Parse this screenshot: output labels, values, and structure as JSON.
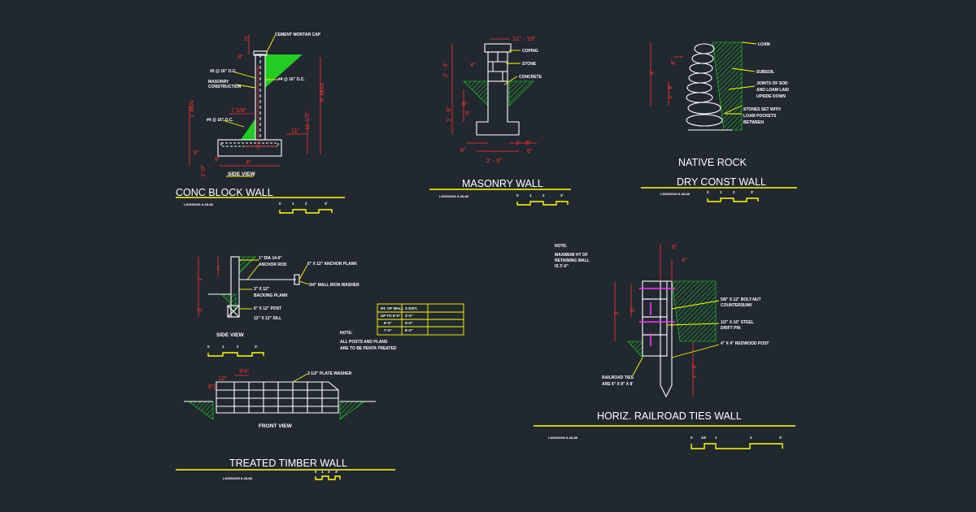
{
  "walls": {
    "conc_block": {
      "title": "CONC BLOCK WALL",
      "ref": "LD0002001   8-28-88",
      "view": "SIDE VIEW",
      "labels": {
        "cap": "CEMENT MORTAR CAP",
        "rebar_top": "#5 @ 16\" O.C.",
        "masonry": "MASONRY",
        "construction": "CONSTRUCTION",
        "rebar_mid": "#4 @ 16\" O.C.",
        "rebar_low": "#4 @ 16\" O.C."
      },
      "dims": {
        "d1": "2\"",
        "d2": "7 5/8\"",
        "d3": "8\"",
        "d4": "11\"",
        "d5": "11 1/2\"",
        "d6": "6' MAX",
        "d7": "1' MIN",
        "d8": "6\"",
        "d9": "4\"",
        "d10": "8\"",
        "d11": "1'-0\""
      }
    },
    "masonry": {
      "title": "MASONRY WALL",
      "ref": "LD0002002   8-28-88",
      "labels": {
        "coping": "COPING",
        "stone": "STONE",
        "concrete": "CONCRETE"
      },
      "dims": {
        "top": "12\" - 16\"",
        "d1": "2' - 3\"",
        "d2": "4\"",
        "d3": "6\"",
        "d4": "1' - 6\"",
        "d5": "6\"",
        "d6": "6\"",
        "d7": "1' - 5\"",
        "d8": "6\"",
        "d9": "2' - 5\""
      }
    },
    "dry_const": {
      "title1": "NATIVE ROCK",
      "title2": "DRY CONST WALL",
      "ref": "LD0002003   8-28-88",
      "labels": {
        "loam": "LOAM",
        "subsoil": "SUBSOIL",
        "joints1": "JOINTS OF SOD",
        "joints2": "AND LOAM LAID",
        "joints3": "UPSIDE DOWN",
        "stones1": "STONES SET WITH",
        "stones2": "LOAM POCKETS",
        "stones3": "BETWEEN"
      },
      "dims": {
        "d1": "4'",
        "d2": "1' - 6\"",
        "d3": "4\""
      }
    },
    "timber": {
      "title": "TREATED TIMBER WALL",
      "ref": "LD0002005   8-28-88",
      "side_view": "SIDE VIEW",
      "front_view": "FRONT VIEW",
      "labels": {
        "l1": "1\" DIA 14-0\"",
        "l2": "ANCHOR ROD",
        "l3": "6\" X 12\" ANCHOR PLANK",
        "l4": "3/4\" MALL IRON WASHER",
        "l5": "3\" X 12\"",
        "l6": "BACKING PLANK",
        "l7": "6\" X 12\" POST",
        "l8": "12\" X 12\" SILL",
        "plate": "3 1/2\" PLATE WASHER",
        "note": "NOTE:",
        "note1": "ALL POSTS AND PLANS",
        "note2": "ARE TO BE PENTA TREATED"
      },
      "dims": {
        "s1": "1'",
        "s2": "1'",
        "s3": "3'",
        "f1": "3'4\"",
        "f2": "12\"",
        "f3": "6\""
      },
      "table": {
        "headers": [
          "HT. OF WALL",
          "X DIST."
        ],
        "rows": [
          [
            "UP TO 5'-0\"",
            "3'-0\""
          ],
          [
            "6'-0\"",
            "5'-0\""
          ],
          [
            "7'-0\"",
            "6'-0\""
          ]
        ]
      }
    },
    "railroad": {
      "title": "HORIZ. RAILROAD TIES WALL",
      "ref": "LD0002006   8-28-88",
      "note": "NOTE:",
      "note1": "MAXIMUM HT OF",
      "note2": "RETAINING WALL",
      "note3": "IS 3'-0\"",
      "labels": {
        "bolt1": "5/8\" X 12\" BOLT-NUT",
        "bolt2": "COUNTERSUNK",
        "pin1": "1/2\" X 16\" STEEL",
        "pin2": "DRIFT PIN",
        "post": "4\" X 4\" REDWOOD POST",
        "ties1": "RAILROAD TIES",
        "ties2": "ARE 6\" X 8\" X 8'"
      },
      "dims": {
        "d1": "8\"",
        "d2": "4\"",
        "d3": "6\"",
        "d4": "3'",
        "d5": "1' - 9\""
      }
    }
  },
  "scales": {
    "short": [
      "0",
      "1",
      "2",
      "3'"
    ],
    "long": [
      "0",
      "1/2",
      "1",
      "2",
      "3'"
    ]
  }
}
